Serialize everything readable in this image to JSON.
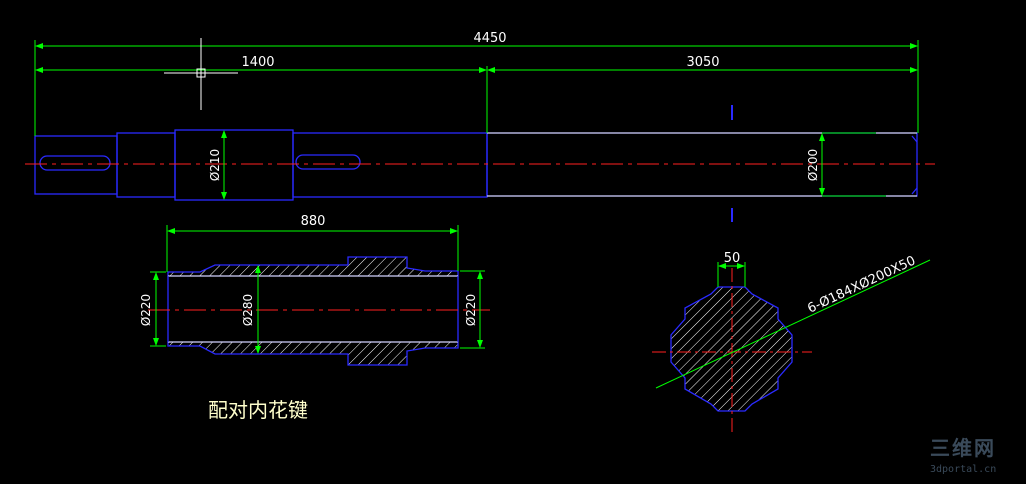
{
  "colors": {
    "background": "#000000",
    "outline": "#2a2aff",
    "dimension": "#00ff00",
    "centerline": "#ff2020",
    "text": "#ffffff",
    "title": "#ffffcc",
    "hatch": "#ffffff",
    "crosshair": "#ffffff"
  },
  "shaft": {
    "dims": {
      "overall": "4450",
      "left_section": "1400",
      "right_section": "3050",
      "dia_mid": "Ø210",
      "dia_right": "Ø200"
    }
  },
  "hub": {
    "dims": {
      "length": "880",
      "dia_left": "Ø220",
      "dia_center": "Ø280",
      "dia_right": "Ø220"
    },
    "caption": "配对内花键"
  },
  "spline_section": {
    "dims": {
      "width": "50",
      "spec": "6-Ø184XØ200X50"
    }
  },
  "watermark": {
    "main": "三维网",
    "sub": "3dportal.cn"
  }
}
